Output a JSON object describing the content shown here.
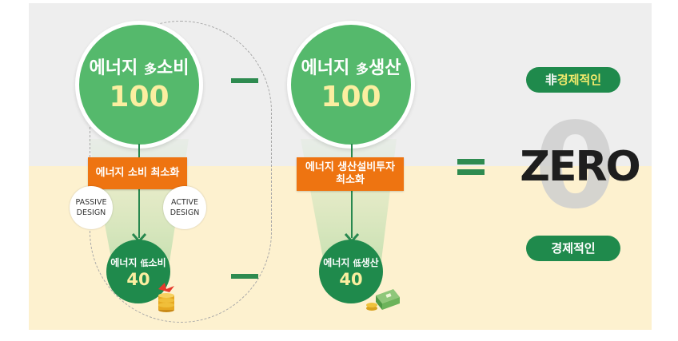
{
  "left": {
    "top_circle": {
      "label": "에너지",
      "prefix": "多",
      "suffix": "소비",
      "value": "100"
    },
    "box": "에너지 소비 최소화",
    "passive": {
      "line1": "PASSIVE",
      "line2": "DESIGN"
    },
    "active": {
      "line1": "ACTIVE",
      "line2": "DESIGN"
    },
    "bottom_circle": {
      "label": "에너지",
      "prefix": "低",
      "suffix": "소비",
      "value": "40"
    }
  },
  "middle": {
    "top_circle": {
      "label": "에너지",
      "prefix": "多",
      "suffix": "생산",
      "value": "100"
    },
    "box_line1": "에너지 생산설비투자",
    "box_line2": "최소화",
    "bottom_circle": {
      "label": "에너지",
      "prefix": "低",
      "suffix": "생산",
      "value": "40"
    }
  },
  "right": {
    "top_pill": {
      "prefix": "非",
      "text": "경제적인"
    },
    "zero_bg": "0",
    "zero": "ZERO",
    "bottom_pill": "경제적인"
  },
  "colors": {
    "green_circle": "#55b96c",
    "dark_green": "#1f8a4c",
    "orange": "#ee7411",
    "yellow_text": "#fbeea0",
    "top_band": "#eeeeee",
    "bottom_band": "#fdf1cf"
  },
  "icons": {
    "left_bottom": "coin-stack-icon",
    "middle_bottom": "money-cash-icon"
  }
}
